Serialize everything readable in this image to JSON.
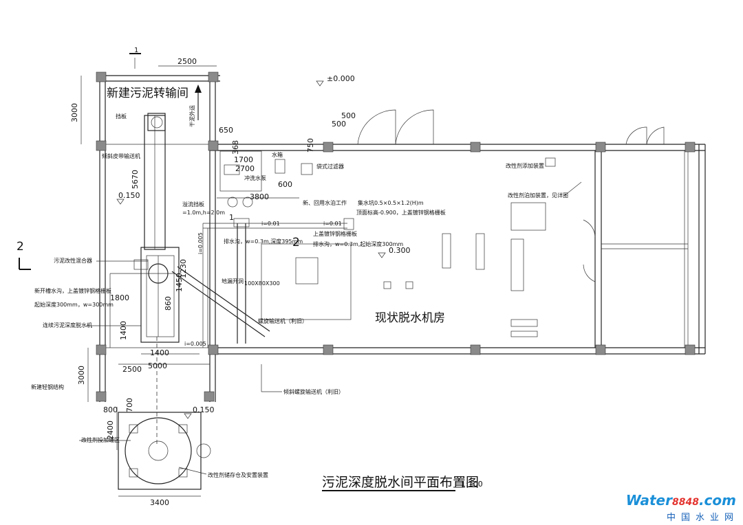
{
  "drawing": {
    "title": "污泥深度脱水间平面布置图",
    "scale": "1:100",
    "section_mark_1": "1",
    "section_mark_2": "2",
    "section_mark_2b": "2"
  },
  "elevations": [
    "±0.000",
    "0.150",
    "0.300",
    "0.150"
  ],
  "dimensions": {
    "top_2500": "2500",
    "left_3000": "3000",
    "d5670": "5670",
    "d1700": "1700",
    "d2700": "2700",
    "d500": "500",
    "d500b": "500",
    "d750": "750",
    "d600": "600",
    "d3800": "3800",
    "d1230": "1230",
    "d860": "860",
    "d1800": "1800",
    "d1400": "1400",
    "d1400b": "1400",
    "d5000": "5000",
    "d2500b": "2500",
    "d3000b": "3000",
    "d800": "800",
    "d700": "700",
    "d2400": "2400",
    "d3400": "3400",
    "d650": "650",
    "d1": "1",
    "d368": "368",
    "d1450": "1450"
  },
  "labels": {
    "new_room": "新建污泥转输间",
    "existing_room": "现状脱水机房",
    "to_outside": "干泥外运",
    "baffle": "挡板",
    "inclined_belt": "倾斜皮带输送机",
    "water_tank": "水箱",
    "wash_pump": "冲洗水泵",
    "bag_filter": "袋式过滤器",
    "new_reuse": "新、回用水泊工作",
    "sludge_mixer": "污泥改性混合器",
    "new_pit": "新开槽水沟，上盖镀锌钢格栅板",
    "pit_depth": "起始深度300mm，w=300mm",
    "press": "连续污泥深度脱水机",
    "structure": "新建轻钢结构",
    "modifier": "改性剂投加罐区",
    "modifier_store": "改性剂储存仓及安置装置",
    "spiral": "螺旋输送机（利旧）",
    "spiral2": "倾斜螺旋输送机（利旧）",
    "overflow": "溢流挡板",
    "overflow_size": "=1.0m,h=2.0m",
    "trench": "排水沟，w=0.3m,深度395mm",
    "collect_pit": "集水坑0.5×0.5×1.2(H)m",
    "cover": "顶面标高-0.900，上盖镀锌钢格栅板",
    "grate": "上盖镀锌钢格栅板",
    "trench2": "排水沟，w=0.3m,起始深度300mm",
    "slope": "i=0.01",
    "slope2": "i=0.01",
    "slope3": "i=0.005",
    "slope4": "i=0.005",
    "floor_drain": "地漏开洞",
    "floor_drain_size": "100X80X300",
    "dosing": "改性剂添加装置",
    "dosing_note": "改性剂泊加装置，见详图"
  },
  "watermark": {
    "main": "Water",
    "num": "8848",
    "suffix": ".com",
    "sub": "中国水业网"
  }
}
